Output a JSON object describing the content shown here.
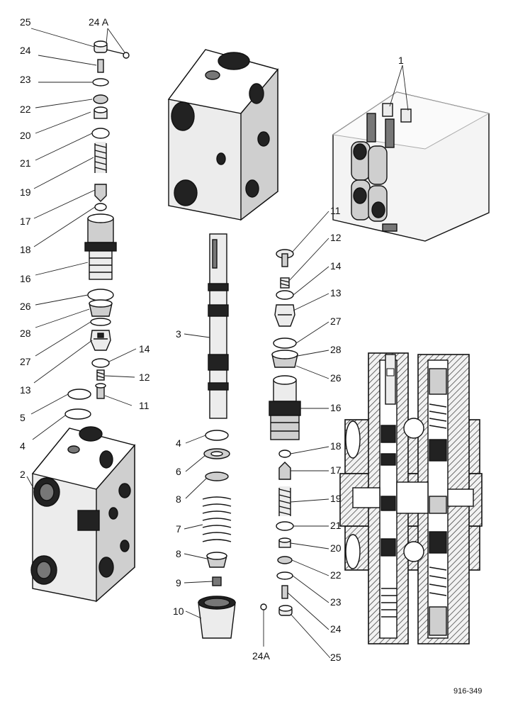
{
  "figure_code": "916-349",
  "callouts_left": [
    "25",
    "24 A",
    "24",
    "23",
    "22",
    "20",
    "21",
    "19",
    "17",
    "18",
    "16",
    "26",
    "28",
    "27",
    "13",
    "14",
    "12",
    "11",
    "5",
    "4",
    "2"
  ],
  "callouts_center": [
    "3",
    "4",
    "6",
    "8",
    "7",
    "8",
    "9",
    "10"
  ],
  "callouts_right": [
    "1",
    "11",
    "12",
    "14",
    "13",
    "27",
    "28",
    "26",
    "16",
    "18",
    "17",
    "19",
    "21",
    "20",
    "22",
    "23",
    "24",
    "24A",
    "25"
  ]
}
